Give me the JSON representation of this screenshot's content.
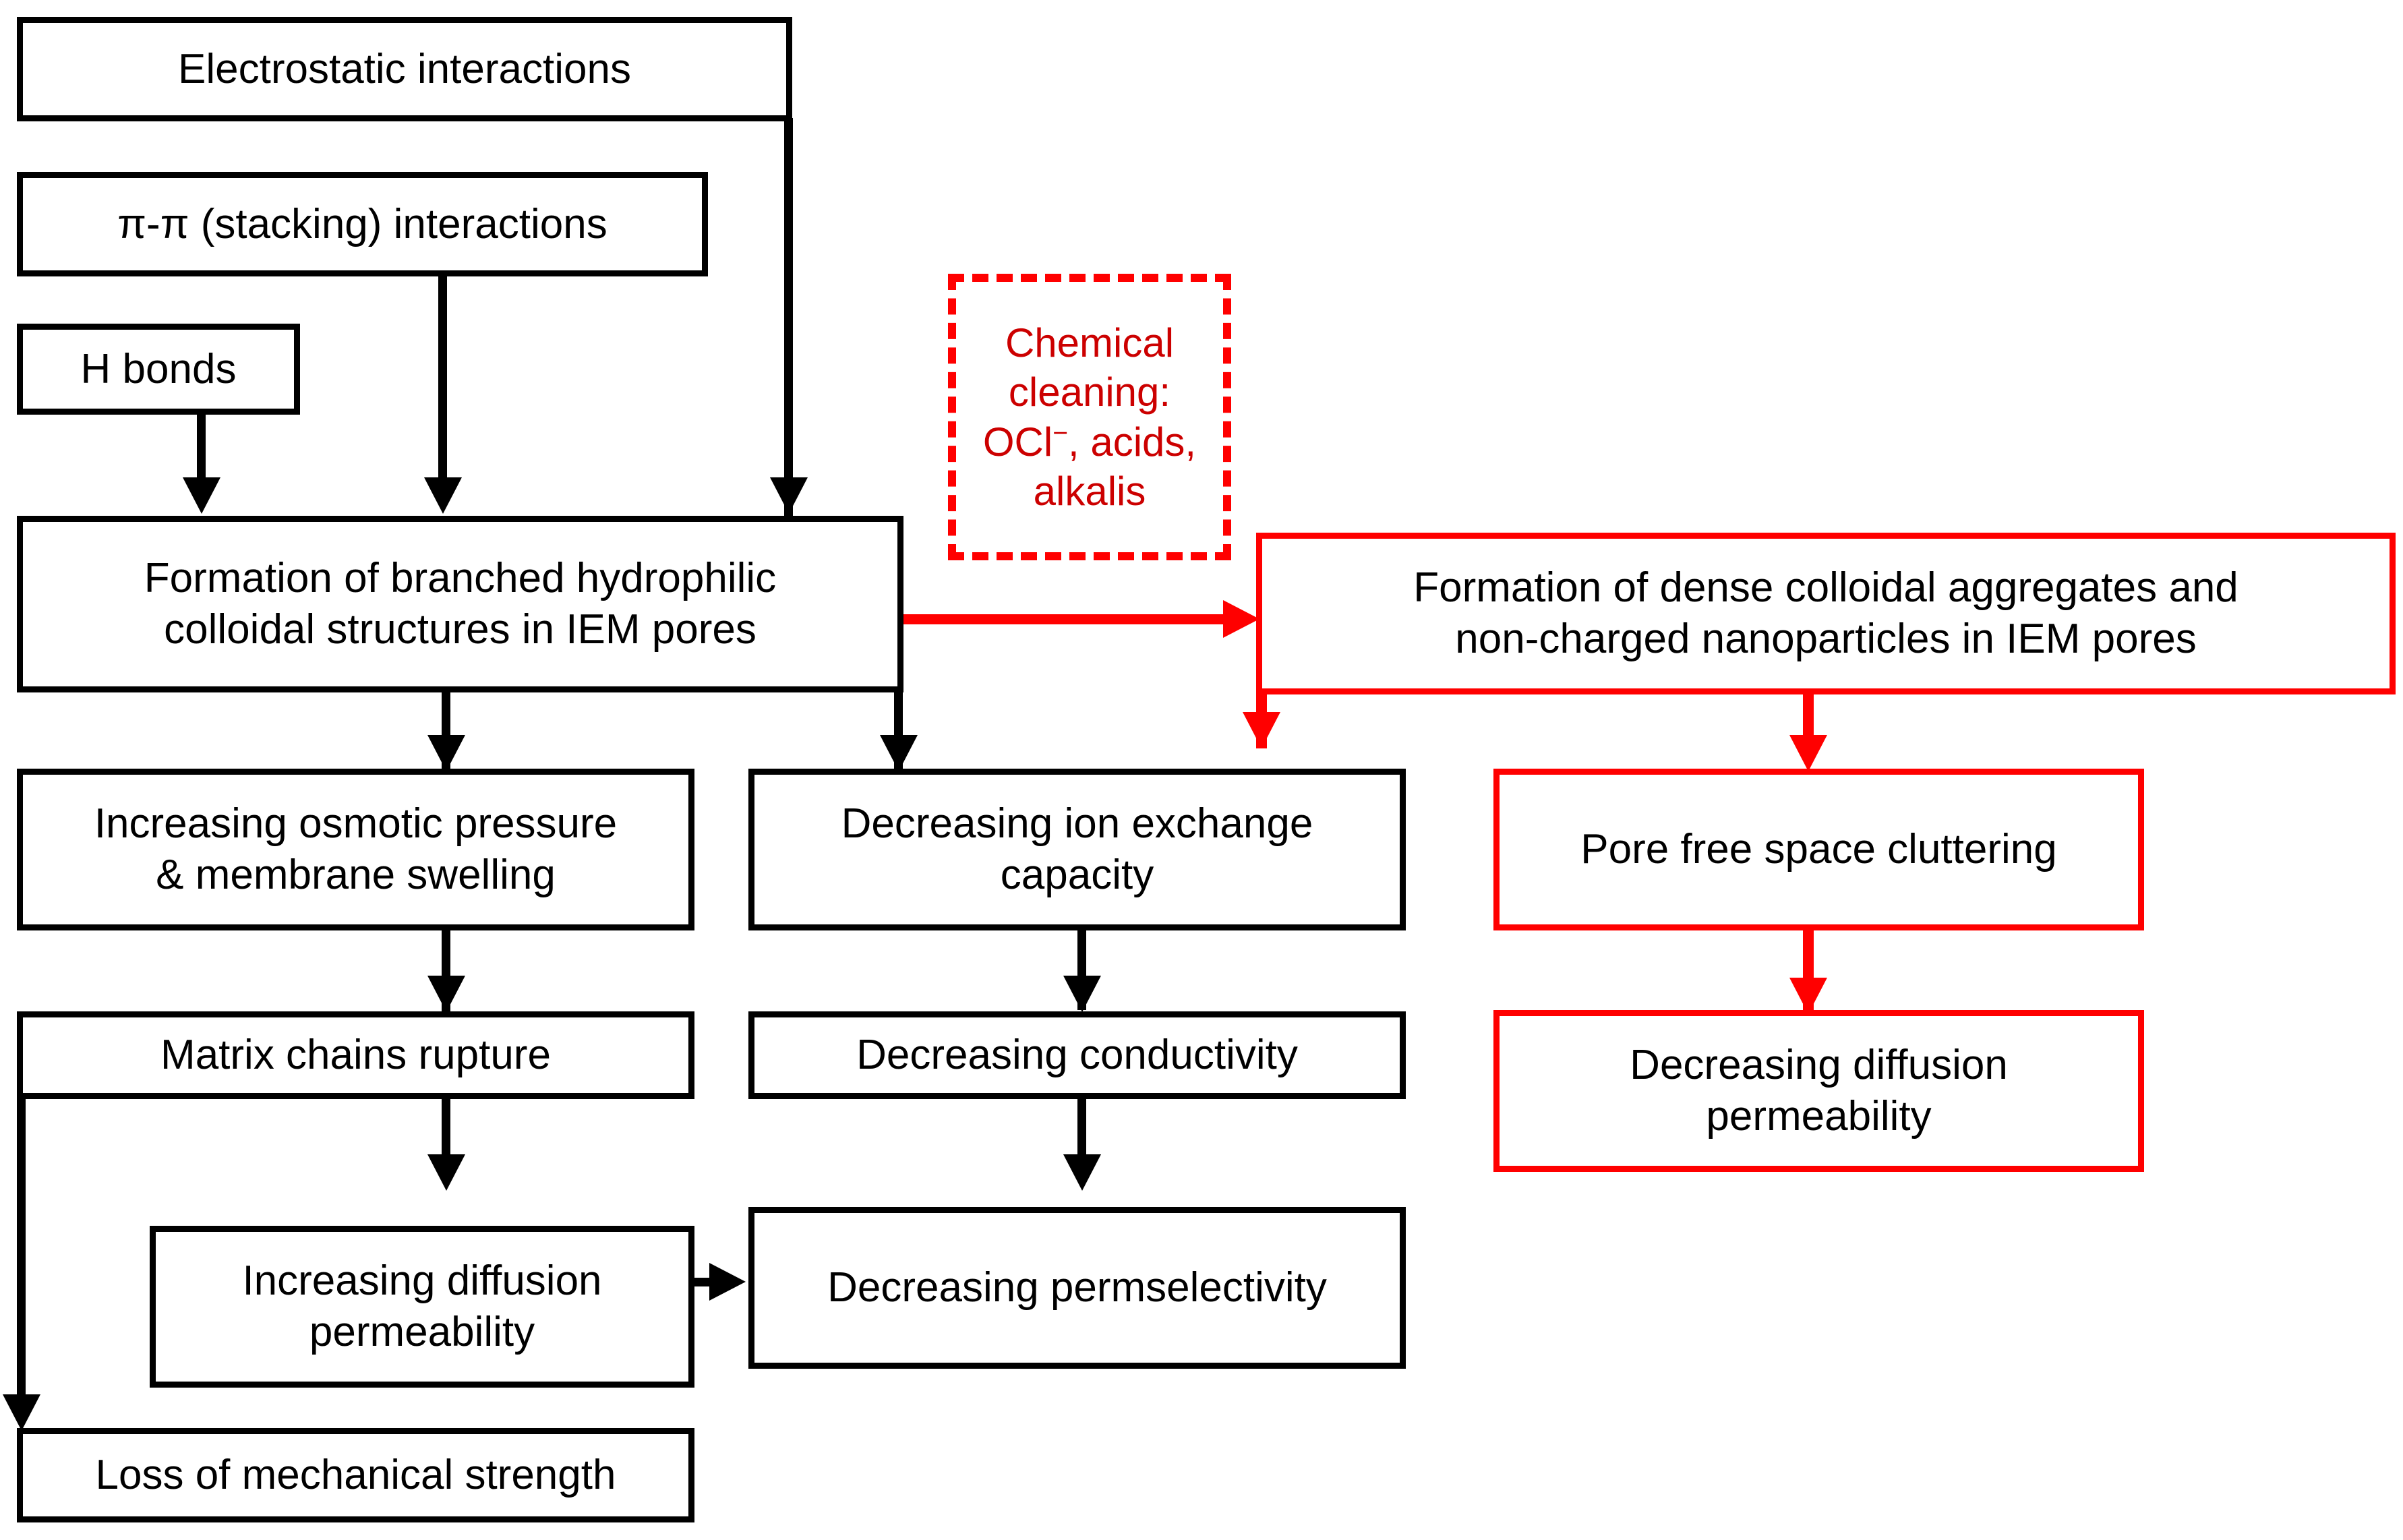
{
  "diagram": {
    "title": "IEM fouling and chemical cleaning consequences flowchart",
    "colors": {
      "black": "#000000",
      "red": "#FF0000",
      "dark_red": "#CC0000",
      "background": "#FFFFFF"
    },
    "nodes": {
      "electrostatic": "Electrostatic interactions",
      "pi_pi": "π-π (stacking) interactions",
      "h_bonds": "H bonds",
      "formation_branched_l1": "Formation of branched hydrophilic",
      "formation_branched_l2": "colloidal structures in IEM pores",
      "chemical_cleaning_l1": "Chemical",
      "chemical_cleaning_l2": "cleaning:",
      "chemical_cleaning_l3a": "OCl",
      "chemical_cleaning_l3b": "−",
      "chemical_cleaning_l3c": ", acids,",
      "chemical_cleaning_l4": "alkalis",
      "formation_dense_l1": "Formation of dense colloidal aggregates and",
      "formation_dense_l2": "non-charged nanoparticles in IEM pores",
      "osmotic_l1": "Increasing osmotic pressure",
      "osmotic_l2": "& membrane swelling",
      "ion_exchange_l1": "Decreasing ion exchange",
      "ion_exchange_l2": "capacity",
      "pore_clutter": "Pore free space cluttering",
      "matrix_rupture": "Matrix chains rupture",
      "conductivity": "Decreasing  conductivity",
      "decr_diffusion_l1": "Decreasing  diffusion",
      "decr_diffusion_l2": "permeability",
      "incr_diffusion_l1": "Increasing  diffusion",
      "incr_diffusion_l2": "permeability",
      "permselectivity": "Decreasing  permselectivity",
      "mech_strength": "Loss of mechanical strength"
    }
  }
}
